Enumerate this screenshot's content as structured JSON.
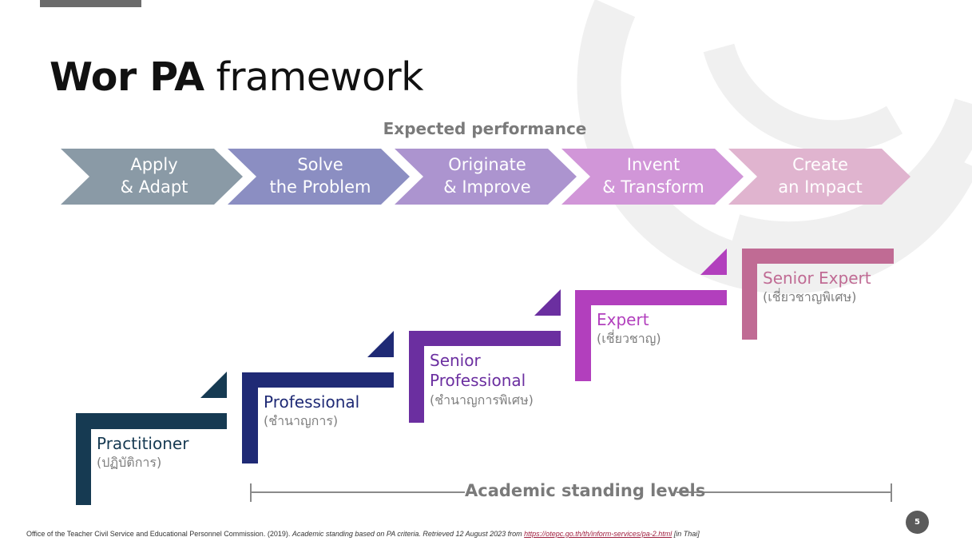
{
  "slide": {
    "title_bold": "Wor PA",
    "title_rest": " framework",
    "expected_label": "Expected performance",
    "scale_label": "Academic standing levels",
    "page_number": "5"
  },
  "performance_steps": [
    {
      "line1": "Apply",
      "line2": "& Adapt",
      "color": "#8a9aa6"
    },
    {
      "line1": "Solve",
      "line2": "the Problem",
      "color": "#8b8ec2"
    },
    {
      "line1": "Originate",
      "line2": "& Improve",
      "color": "#ac94cf"
    },
    {
      "line1": "Invent",
      "line2": "& Transform",
      "color": "#d196d8"
    },
    {
      "line1": "Create",
      "line2": "an Impact",
      "color": "#e0b4cf"
    }
  ],
  "levels": [
    {
      "name": "Practitioner",
      "thai": "(ปฏิบัติการ)",
      "color": "#163a52"
    },
    {
      "name": "Professional",
      "thai": "(ชำนาญการ)",
      "color": "#1f2a75"
    },
    {
      "name": "Senior\nProfessional",
      "name_line1": "Senior",
      "name_line2": "Professional",
      "thai": "(ชำนาญการพิเศษ)",
      "color": "#6b2fa0"
    },
    {
      "name": "Expert",
      "thai": "(เชี่ยวชาญ)",
      "color": "#b23fbd"
    },
    {
      "name": "Senior Expert",
      "thai": "(เชี่ยวชาญพิเศษ)",
      "color": "#c06b94"
    }
  ],
  "citation": {
    "plain": "Office of the Teacher Civil Service and Educational Personnel Commission. (2019). ",
    "italic": "Academic standing based on PA criteria. Retrieved 12 August 2023 from ",
    "link": "https://otepc.go.th/th/inform-services/pa-2.html",
    "suffix": " [in Thai]"
  }
}
